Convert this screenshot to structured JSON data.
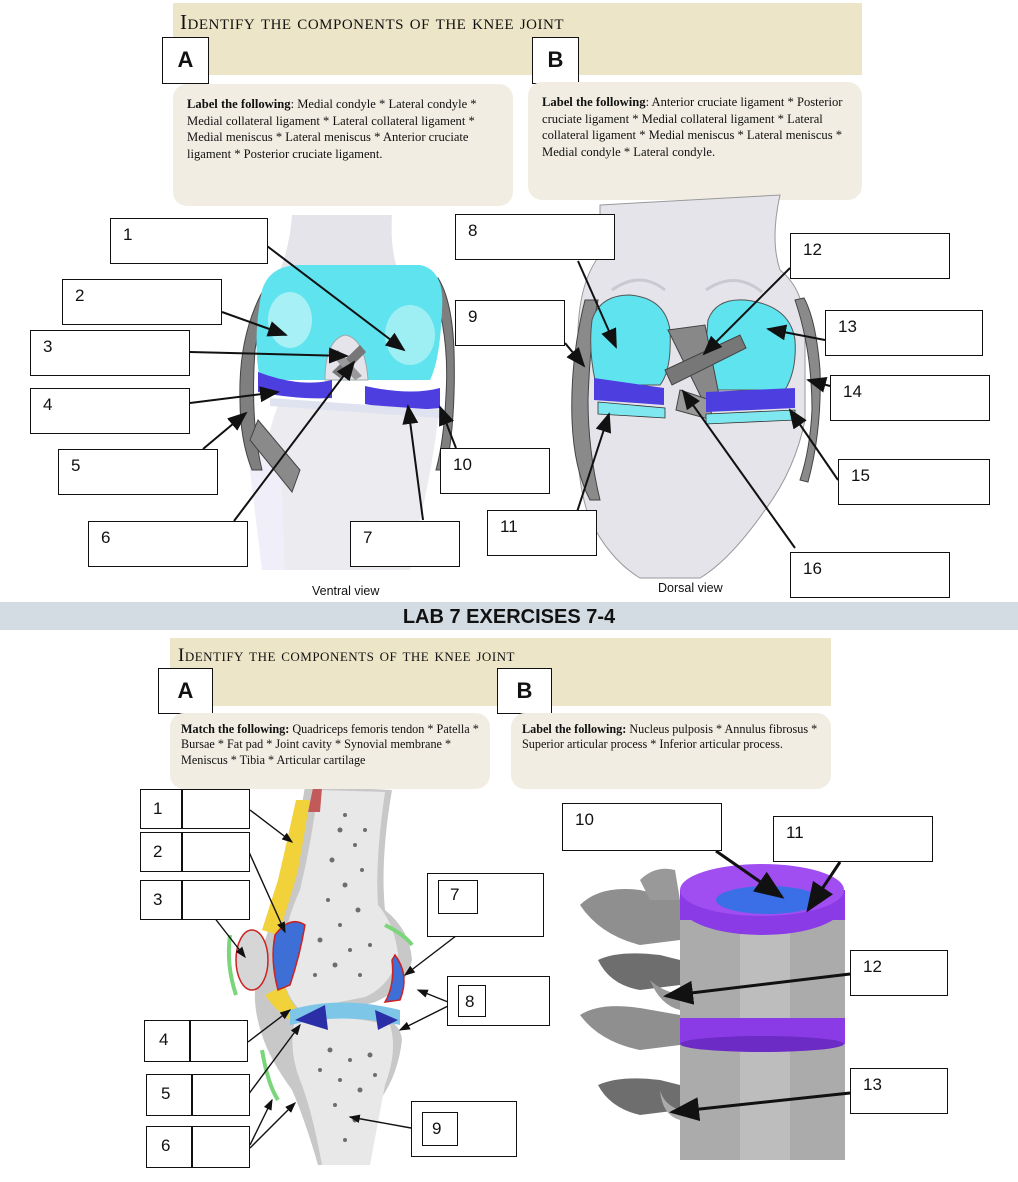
{
  "top": {
    "title": "Identify the components of the knee joint",
    "letter_a": "A",
    "letter_b": "B",
    "instr_a_bold": "Label the following",
    "instr_a_text": ": Medial condyle * Lateral condyle * Medial collateral ligament * Lateral collateral ligament * Medial meniscus * Lateral meniscus * Anterior cruciate ligament * Posterior cruciate ligament.",
    "instr_b_bold": "Label the following",
    "instr_b_text": ": Anterior cruciate ligament * Posterior cruciate ligament * Medial collateral ligament * Lateral collateral ligament * Medial meniscus * Lateral meniscus * Medial condyle * Lateral condyle.",
    "labels": [
      "1",
      "2",
      "3",
      "4",
      "5",
      "6",
      "7",
      "8",
      "9",
      "10",
      "11",
      "12",
      "13",
      "14",
      "15",
      "16"
    ],
    "ventral_view": "Ventral view",
    "dorsal_view": "Dorsal view"
  },
  "lab_bar": "LAB 7 EXERCISES 7-4",
  "bottom": {
    "title": "Identify the components of the knee joint",
    "letter_a": "A",
    "letter_b": "B",
    "instr_a_bold": "Match the following:",
    "instr_a_text": " Quadriceps femoris tendon * Patella * Bursae * Fat pad * Joint cavity * Synovial membrane * Meniscus * Tibia * Articular cartilage",
    "instr_b_bold": "Label the following:",
    "instr_b_text": " Nucleus pulposis * Annulus fibrosus * Superior articular process * Inferior articular process.",
    "labels": [
      "1",
      "2",
      "3",
      "4",
      "5",
      "6",
      "7",
      "8",
      "9",
      "10",
      "11",
      "12",
      "13"
    ]
  },
  "colors": {
    "title_band": "#ede5c8",
    "instruction_box": "#f1ede2",
    "lab_bar": "#d3dce3",
    "condyle_cyan": "#5fe3ee",
    "meniscus_blue": "#4d3ee0",
    "ligament_gray": "#888888",
    "disc_purple": "#8a3be6",
    "nucleus_blue": "#3a6fe8"
  }
}
